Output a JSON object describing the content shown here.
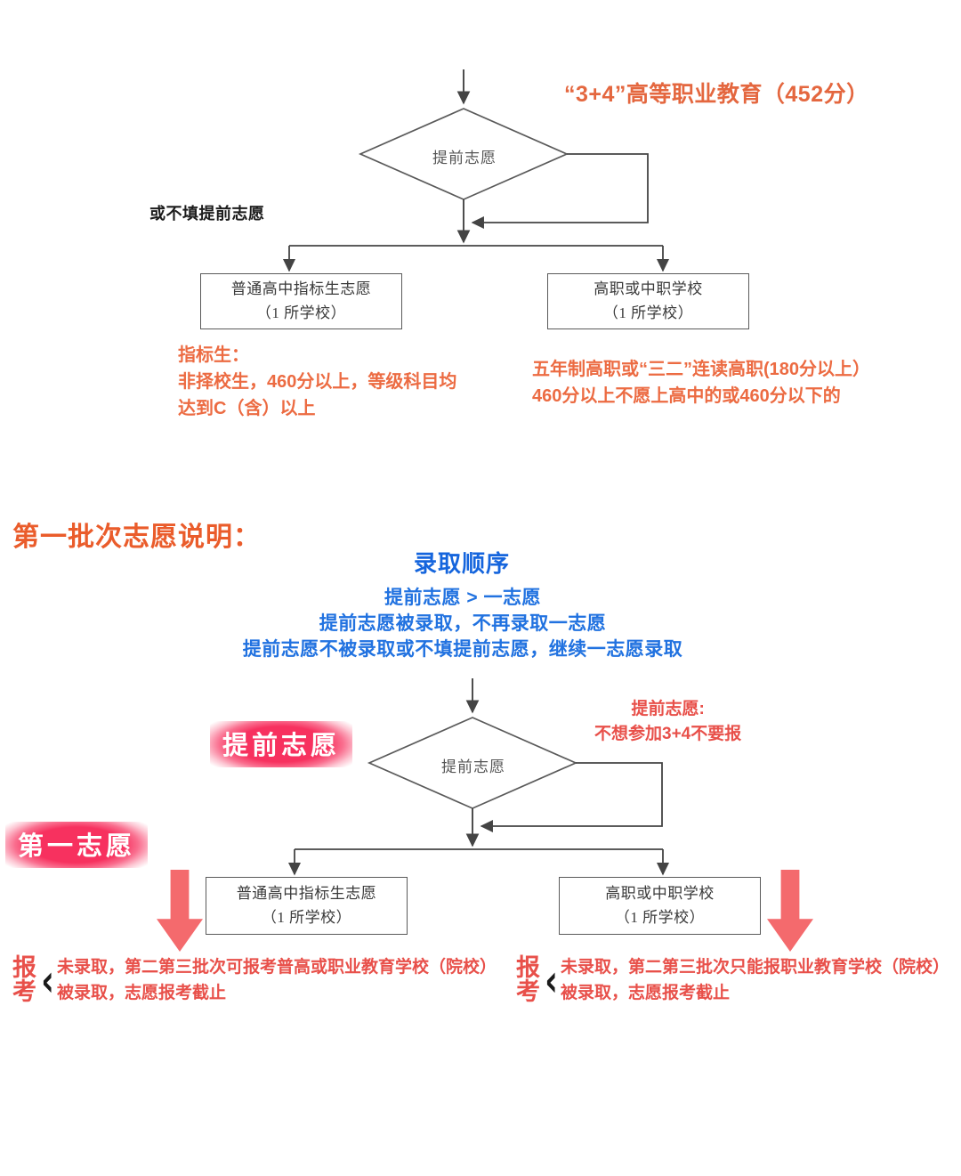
{
  "page": {
    "background": "#ffffff",
    "accent_orange": "#E4673F",
    "accent_blue": "#1565DD",
    "accent_red": "#E8504A",
    "accent_pink": "#F7315F",
    "accent_salmon": "#F46A6D"
  },
  "top_section": {
    "title": "“3+4”高等职业教育（452分）",
    "side_label": "或不填提前志愿",
    "decision_label": "提前志愿",
    "left_box": {
      "line1": "普通高中指标生志愿",
      "line2": "（1 所学校）"
    },
    "right_box": {
      "line1": "高职或中职学校",
      "line2": "（1 所学校）"
    },
    "left_note": {
      "line1": "指标生：",
      "line2": "非择校生，460分以上，等级科目均",
      "line3": "达到C（含）以上"
    },
    "right_note": {
      "line1": "五年制高职或“三二”连读高职(180分以上）",
      "line2": "460分以上不愿上高中的或460分以下的"
    }
  },
  "bottom_section": {
    "heading": "第一批次志愿说明：",
    "order_title": "录取顺序",
    "order_lines": [
      "提前志愿 > 一志愿",
      "提前志愿被录取，不再录取一志愿",
      "提前志愿不被录取或不填提前志愿，继续一志愿录取"
    ],
    "chip_advance": "提前志愿",
    "chip_first": "第一志愿",
    "decision_label": "提前志愿",
    "decision_note": {
      "line1": "提前志愿:",
      "line2": "不想参加3+4不要报"
    },
    "left_box": {
      "line1": "普通高中指标生志愿",
      "line2": "（1 所学校）"
    },
    "right_box": {
      "line1": "高职或中职学校",
      "line2": "（1 所学校）"
    },
    "left_outcome": {
      "word_char1": "报",
      "word_char2": "考",
      "chevron": "‹",
      "line1": "未录取，第二第三批次可报考普高或职业教育学校（院校）",
      "line2": "被录取，志愿报考截止"
    },
    "right_outcome": {
      "word_char1": "报",
      "word_char2": "考",
      "chevron": "‹",
      "line1": "未录取，第二第三批次只能报职业教育学校（院校）",
      "line2": "被录取，志愿报考截止"
    }
  }
}
